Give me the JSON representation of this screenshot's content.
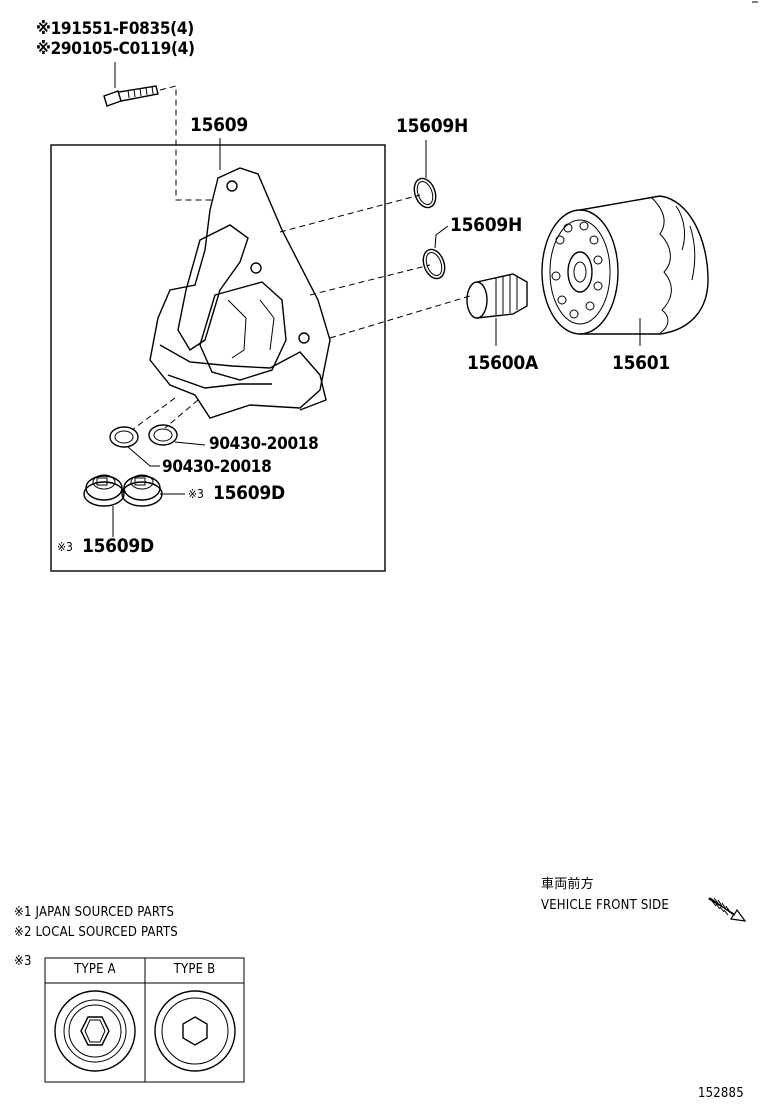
{
  "diagram": {
    "callouts": {
      "bolt_japan": "※191551-F0835(4)",
      "bolt_local": "※290105-C0119(4)",
      "oil_pump": "15609",
      "o_ring_upper": "15609H",
      "o_ring_lower": "15609H",
      "union": "15600A",
      "oil_filter": "15601",
      "gasket_right": "90430-20018",
      "gasket_left": "90430-20018",
      "plug_right": "15609D",
      "plug_left": "15609D",
      "plug_right_mark": "※3",
      "plug_left_mark": "※3"
    },
    "legend": {
      "note1": "※1  JAPAN SOURCED PARTS",
      "note2": "※2  LOCAL SOURCED PARTS",
      "note3_mark": "※3",
      "type_a": "TYPE A",
      "type_b": "TYPE B"
    },
    "direction": {
      "japanese": "車両前方",
      "english": "VEHICLE FRONT SIDE"
    },
    "figure_number": "152885"
  }
}
